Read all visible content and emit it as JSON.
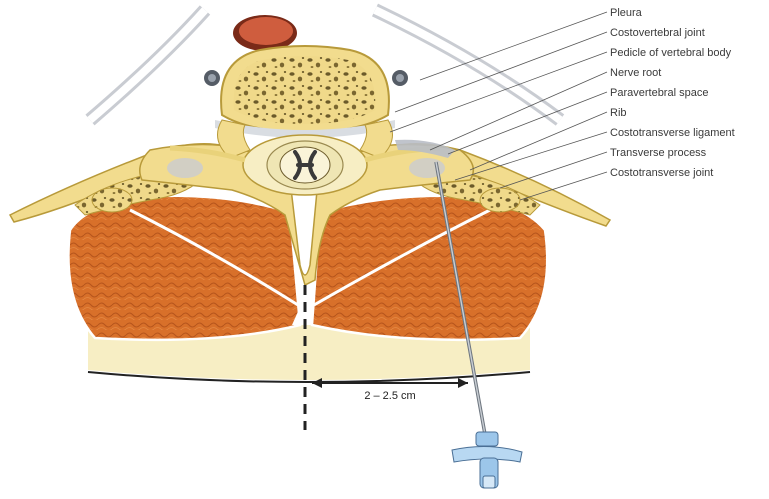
{
  "labels": [
    {
      "id": "pleura",
      "text": "Pleura"
    },
    {
      "id": "costovertebral-joint",
      "text": "Costovertebral joint"
    },
    {
      "id": "pedicle",
      "text": "Pedicle of vertebral body"
    },
    {
      "id": "nerve-root",
      "text": "Nerve root"
    },
    {
      "id": "paravertebral-space",
      "text": "Paravertebral space"
    },
    {
      "id": "rib",
      "text": "Rib"
    },
    {
      "id": "costotransverse-ligament",
      "text": "Costotransverse ligament"
    },
    {
      "id": "transverse-process",
      "text": "Transverse process"
    },
    {
      "id": "costotransverse-joint",
      "text": "Costotransverse joint"
    }
  ],
  "measurement": "2 – 2.5 cm",
  "colors": {
    "bone": "#f3e39a",
    "bone_spots": "#6b5a2a",
    "muscle": "#d8702a",
    "muscle_dark": "#b6551c",
    "skin": "#f7eec4",
    "fascia": "#ffffff",
    "aorta": "#c8553a",
    "needle_hub": "#9cc6ea",
    "leader": "#555555"
  }
}
